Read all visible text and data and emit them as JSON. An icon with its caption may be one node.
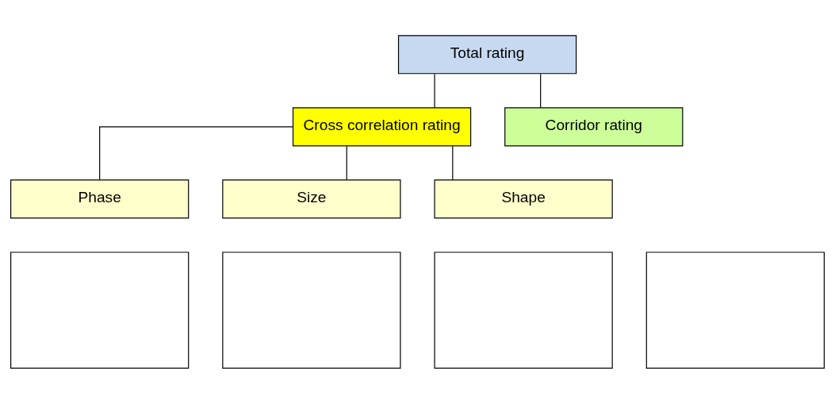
{
  "diagram": {
    "nodes": [
      {
        "text": [
          "Total rating"
        ]
      },
      {
        "text": [
          "Cross correlation rating"
        ]
      },
      {
        "text": [
          "Corridor rating"
        ]
      },
      {
        "text": [
          "Phase"
        ]
      },
      {
        "text": [
          "Size"
        ]
      },
      {
        "text": [
          "Shape"
        ]
      },
      {
        "text": [],
        "shape": "box"
      },
      {
        "text": [],
        "shape": "box"
      },
      {
        "text": [],
        "shape": "box"
      },
      {
        "text": [],
        "shape": "box"
      }
    ],
    "edges": [
      {
        "from": 0,
        "to": 1,
        "arrow": "none"
      },
      {
        "from": 0,
        "to": 2,
        "arrow": "none"
      },
      {
        "from": 1,
        "to": 3,
        "arrow": "none"
      },
      {
        "from": 1,
        "to": 4,
        "arrow": "none"
      },
      {
        "from": 1,
        "to": 5,
        "arrow": "none"
      }
    ]
  }
}
